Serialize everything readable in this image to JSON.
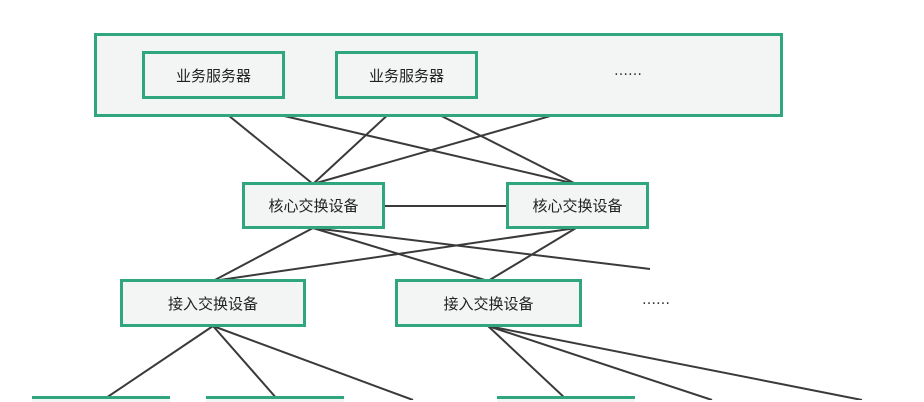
{
  "colors": {
    "accent": "#2fa67e",
    "box_fill": "#f3f5f4",
    "line": "#3a3a3a"
  },
  "server_layer": {
    "servers": [
      "业务服务器",
      "业务服务器"
    ],
    "more": "……"
  },
  "core_layer": {
    "switches": [
      "核心交换设备",
      "核心交换设备"
    ]
  },
  "access_layer": {
    "switches": [
      "接入交换设备",
      "接入交换设备"
    ],
    "more": "……"
  }
}
